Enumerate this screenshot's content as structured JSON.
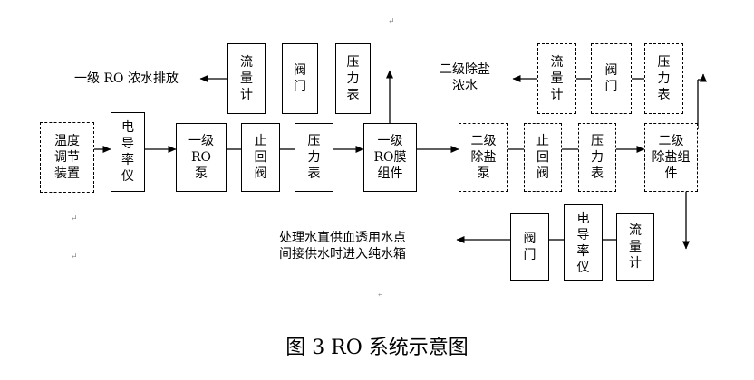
{
  "caption": "图 3 RO 系统示意图",
  "paragraph_mark": "↵",
  "labels": {
    "stage1_discharge": "一级 RO 浓水排放",
    "stage2_concentrate": "二级除盐\n浓水",
    "product_note": "处理水直供血透用水点\n间接供水时进入纯水箱"
  },
  "boxes": {
    "temp_control": "温度\n调节\n装置",
    "conductivity_meter_1": "电\n导\n率\n仪",
    "ro_pump_1": "一级\nRO\n泵",
    "check_valve_1": "止\n回\n阀",
    "pressure_gauge_1": "压\n力\n表",
    "ro_membrane_1": "一级\nRO膜\n组件",
    "flowmeter_1": "流\n量\n计",
    "valve_1": "阀\n门",
    "pressure_gauge_top_1": "压\n力\n表",
    "desalt_pump_2": "二级\n除盐\n泵",
    "check_valve_2": "止\n回\n阀",
    "pressure_gauge_2": "压\n力\n表",
    "desalt_module_2": "二级\n除盐组\n件",
    "flowmeter_top_2": "流\n量\n计",
    "valve_top_2": "阀\n门",
    "pressure_gauge_top_2": "压\n力\n表",
    "valve_out": "阀\n门",
    "conductivity_meter_out": "电\n导\n率\n仪",
    "flowmeter_out": "流\n量\n计"
  }
}
